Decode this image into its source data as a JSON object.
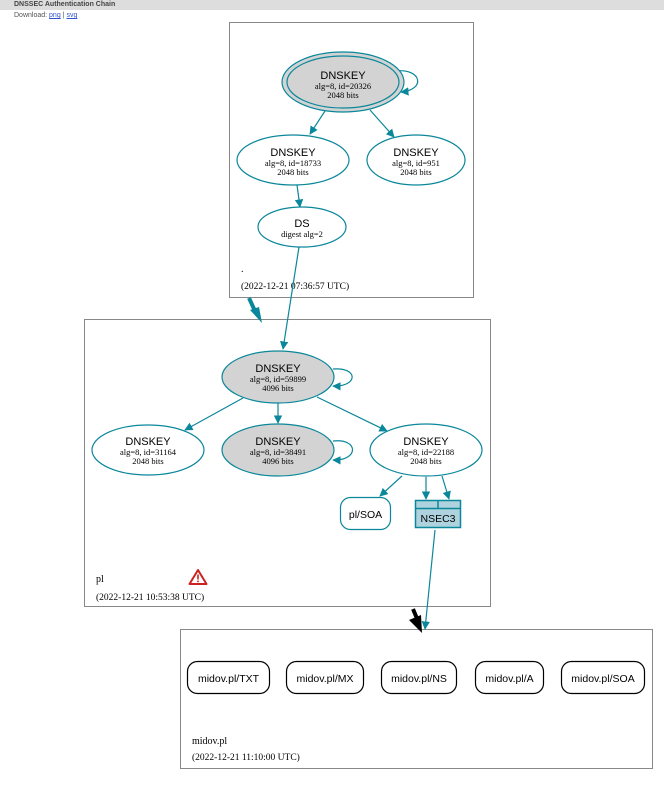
{
  "header": {
    "title": "DNSSEC Authentication Chain",
    "download_prefix": "Download:",
    "download_png": "png",
    "download_separator": "|",
    "download_svg": "svg"
  },
  "colors": {
    "edge": "#0a879a",
    "node_stroke": "#0a879a",
    "sep_fill": "#d3d3d3",
    "nsec_fill": "#aed3de",
    "zone_border": "#888888",
    "delegation_arrow": "#000000"
  },
  "zones": {
    "root": {
      "name": ".",
      "timestamp": "(2022-12-21 07:36:57 UTC)"
    },
    "pl": {
      "name": "pl",
      "timestamp": "(2022-12-21 10:53:38 UTC)",
      "warning_icon": "warning-triangle-icon"
    },
    "midov": {
      "name": "midov.pl",
      "timestamp": "(2022-12-21 11:10:00 UTC)"
    }
  },
  "nodes": {
    "root_ksk": {
      "title": "DNSKEY",
      "line1": "alg=8, id=20326",
      "line2": "2048 bits"
    },
    "root_zsk1": {
      "title": "DNSKEY",
      "line1": "alg=8, id=18733",
      "line2": "2048 bits"
    },
    "root_zsk2": {
      "title": "DNSKEY",
      "line1": "alg=8, id=951",
      "line2": "2048 bits"
    },
    "root_ds": {
      "title": "DS",
      "line1": "digest alg=2"
    },
    "pl_ksk": {
      "title": "DNSKEY",
      "line1": "alg=8, id=59899",
      "line2": "4096 bits"
    },
    "pl_k1": {
      "title": "DNSKEY",
      "line1": "alg=8, id=31164",
      "line2": "2048 bits"
    },
    "pl_k2": {
      "title": "DNSKEY",
      "line1": "alg=8, id=38491",
      "line2": "4096 bits"
    },
    "pl_k3": {
      "title": "DNSKEY",
      "line1": "alg=8, id=22188",
      "line2": "2048 bits"
    },
    "pl_soa": {
      "title": "pl/SOA"
    },
    "pl_nsec3": {
      "title": "NSEC3"
    },
    "rr_txt": {
      "title": "midov.pl/TXT"
    },
    "rr_mx": {
      "title": "midov.pl/MX"
    },
    "rr_ns": {
      "title": "midov.pl/NS"
    },
    "rr_a": {
      "title": "midov.pl/A"
    },
    "rr_soa": {
      "title": "midov.pl/SOA"
    }
  }
}
